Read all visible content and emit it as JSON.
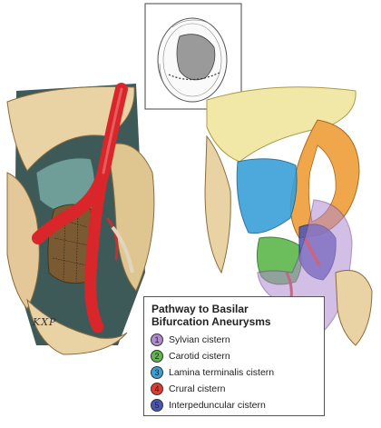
{
  "legend": {
    "title_line1": "Pathway to Basilar",
    "title_line2": "Bifurcation Aneurysms",
    "items": [
      {
        "number": "1",
        "label": "Sylvian cistern",
        "color": "#b08ad0"
      },
      {
        "number": "2",
        "label": "Carotid cistern",
        "color": "#5cb84a"
      },
      {
        "number": "3",
        "label": "Lamina terminalis cistern",
        "color": "#3aa0d8"
      },
      {
        "number": "4",
        "label": "Crural cistern",
        "color": "#e23a2e"
      },
      {
        "number": "5",
        "label": "Interpeduncular cistern",
        "color": "#4a55b8"
      }
    ]
  },
  "signature": "KXP",
  "colors": {
    "artery_red": "#d8262a",
    "brain_tan": "#e9d3a5",
    "frontal_yellow": "#f1e8a8",
    "temporal_orange": "#f0a64a",
    "background_teal": "#5b8a86"
  }
}
